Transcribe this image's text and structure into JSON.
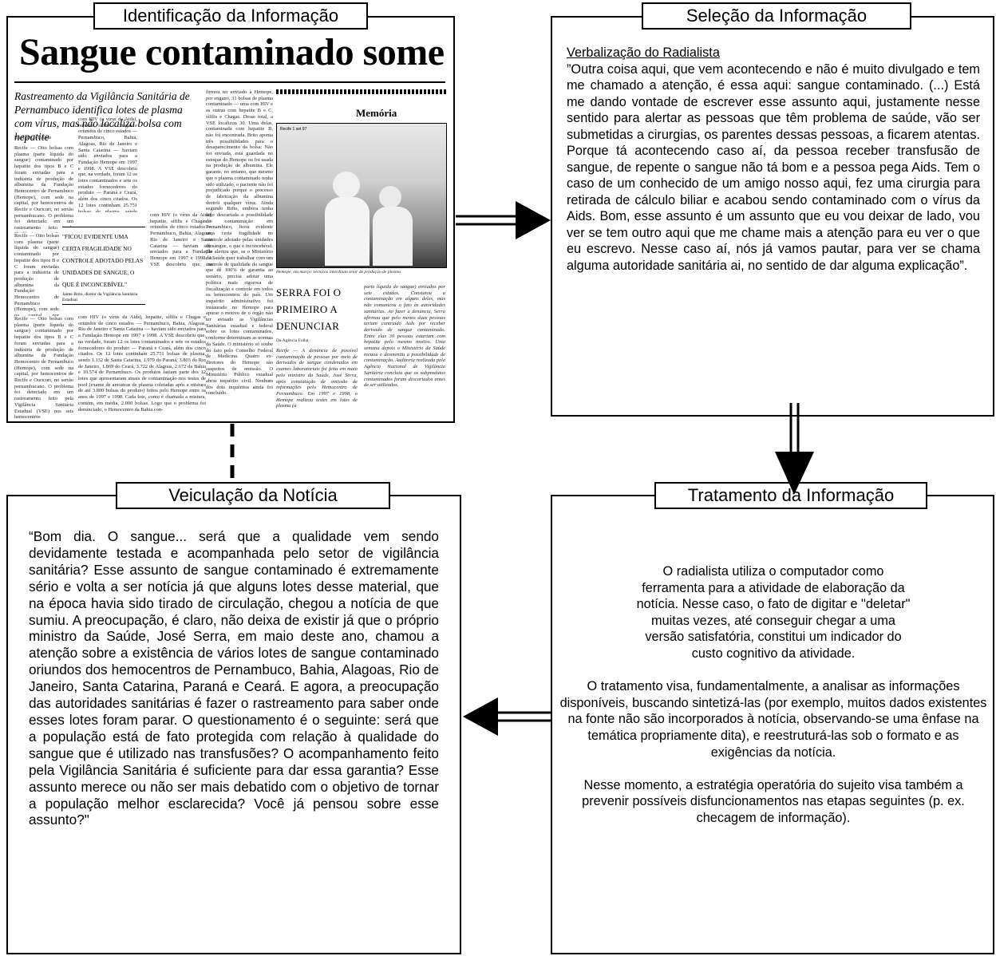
{
  "identificacao": {
    "title": "Identificação da Informação",
    "newspaper": {
      "headline": "Sangue contaminado some",
      "subhead": "Rastreamento da Vigilância Sanitária de Pernambuco identifica lotes de plasma com vírus, mas não localiza bolsa com hepatite",
      "byline": "Da Agência Estado",
      "body_col1": "Recife — Oito bolsas com plasma (parte líquida do sangue) contaminado por hepatite dos tipos B e C foram enviadas para a indústria de produção de albumina da Fundação Hemocentro de Pernambuco (Hemope), com sede na capital, por hemocentros de Recife e Ouricuri, no sertão pernambucano. O problema foi detectado em um rastreamento feito pela Vigilância Sanitária Estadual (VSE) nos seis hemocentros pernambucanos. O resultado foi divulgado ontem. Segundo o diretor da VSE, Jaime Brito, nenhum paciente foi contaminado porque as plaquetas e hemácias contaminadas (utilizadas para transfusão) foram destruídas nas unidades de origem, antes de serem usadas. A investigação foi determinada pelo Ministério da Saúde, depois da denúncia, em 13 de maio, de que nove lotes de plasma contaminado",
      "body_col2": "com HIV (o vírus da Aids), hepatite, sífilis e Chagas e oriundos de cinco estados — Pernambuco, Bahia, Alagoas, Rio de Janeiro e Santa Catarina — haviam sido enviados para a Fundação Hemope em 1997 e 1998. A VSE descobriu que, na verdade, foram 12 os lotes contaminados e sete os estados fornecedores do produto — Paraná e Ceará, além dos cinco citados. Os 12 lotes continham 25.751 bolsas de plasma, sendo 1.132 de Santa Catarina, 1.979 do Paraná, 3.803 do Rio de Janeiro, 1.869 do Ceará, 3.722 de Alagoas, 2.672 da Bahia e 10.574 de Pernambuco. Os produtos faziam parte dos 12 lotes que apresentaram sinais de contaminação nos testes de pool (exame de amostras de plasma coletadas após a mistura de até 3.800 bolsas do produto) feitos pelo Hemope entre os anos de 1997 e 1998. Cada lote, como é chamada a mistura, contém, em média, 2.000 bolsas. Logo que o problema foi denunciado, o Hemocentro da Bahia con-",
      "body_col3": "firmou ter enviado à Hemope, por engano, 31 bolsas de plasma contaminado — uma com HIV e as outras com hepatite B e C, sífilis e Chagas. Desse total, a VSE localizou 30. Uma delas, contaminada com hepatite B, não foi encontrada. Brito aponta três possibilidades para o desaparecimento da bolsa: Não foi enviada, está guardada no estoque do Hemope ou foi usada na produção de albumina. Ele garante, no entanto, que mesmo que o plasma contaminado tenha sido utilizado, o paciente não foi prejudicado porque o processo de fabricação da albumina destrói qualquer vírus. Ainda segundo Brito, embora tenha sido descartada a possibilidade de contaminação em Pernambuco, ficou evidente uma certa fragilidade no controle adotado pelas unidades de sangue, o que é inconcebível. Ele alertou que, se o Ministério da Saúde quer trabalhar com um controle de qualidade do sangue que dê 100% de garantia ao usuário, precisa adotar uma política mais rigorosa de fiscalização e controle em todos os hemocentros do país. Um inquérito administrativo foi instaurado no Hemope para apurar o motivo de o órgão não ter avisado as Vigilâncias Sanitárias estadual e federal sobre os lotes contaminados, conforme determinam as normas da Saúde. O ministério só soube do fato pelo Conselho Federal de Medicina. Quatro ex-diretores do Hemope são suspeitos de omissão. O Ministério Público estadual abriu inquérito civil. Nenhum dos dois inquéritos ainda foi concluído.",
      "quote": "\"Ficou evidente uma certa fragilidade no controle adotado pelas unidades de sangue, o que é inconcebível\"",
      "quote_author": "Jaime Brito, diretor da Vigilância Sanitária Estadual",
      "memoria_title": "Memória",
      "photo_stamp": "Recife 1 set 97",
      "photo_caption": "Hemope, em março: técnicos interditam setor de produção de plasma",
      "serra_headline": "Serra foi o primeiro a denunciar",
      "serra_byline": "Da Agência Folha",
      "serra_body1": "Recife — A denúncia de possível contaminação de pessoas por meio de derivados de sangue condenados em exames laboratoriais foi feita em maio pelo ministro da Saúde, José Serra, após constatação de omissão de informações pelo Hemocentro de Pernambuco. Em 1997 e 1998, o Hemope realizou testes em lotes de plasma (a",
      "serra_body2": "parte líquida do sangue) enviados por sete estados. Constatou a contaminação em alguns deles, mas não comunicou o fato às autoridades sanitárias. Ao fazer a denúncia, Serra afirmou que pelo menos duas pessoas teriam contraído Aids por receber derivado de sangue contaminado. Entre elas 30 pessoas estariam com hepatite pelo mesmo motivo. Uma semana depois o Ministério da Saúde recuou e desmentiu a possibilidade de contaminação. Auditoria realizada pela Agência Nacional de Vigilância Sanitária concluiu que os subprodutos contaminados foram descartados antes de ser utilizados."
    }
  },
  "selecao": {
    "title": "Seleção da Informação",
    "label": "Verbalização do Radialista",
    "text": "”Outra coisa aqui, que vem acontecendo e não é muito divulgado e tem me chamado a atenção, é essa aqui: sangue contaminado. (...) Está me dando vontade de escrever esse assunto aqui, justamente nesse sentido para alertar as pessoas que têm problema de saúde, vão ser submetidas a cirurgias, os parentes dessas pessoas, a ficarem atentas. Porque tá acontecendo caso aí, da pessoa receber transfusão de sangue, de repente o sangue não tá bom e a pessoa pega Aids. Tem o caso de um conhecido de um amigo nosso aqui, fez uma cirurgia para retirada de cálculo biliar e acabou sendo contaminado com o vírus da Aids. Bom, esse assunto é um assunto que eu vou deixar de lado, vou ver se tem outro aqui que me chame mais a atenção para eu ver o que eu escrevo. Nesse caso aí, nós já vamos pautar, para ver se chama alguma autoridade sanitária ai, no sentido de dar alguma explicação”."
  },
  "tratamento": {
    "title": "Tratamento da Informação",
    "para1": "O radialista utiliza o computador como ferramenta para a atividade de elaboração da notícia. Nesse caso, o fato de digitar e \"deletar\" muitas vezes, até conseguir chegar a uma versão satisfatória, constitui um indicador do custo cognitivo da atividade.",
    "para2": "O tratamento visa, fundamentalmente, a analisar as informações disponíveis, buscando sintetizá-las (por exemplo, muitos dados existentes na fonte não são incorporados à notícia, observando-se uma ênfase na temática propriamente dita), e reestruturá-las sob o formato e as exigências da notícia.",
    "para3": "Nesse momento, a estratégia operatória do sujeito visa também a prevenir possíveis disfuncionamentos nas etapas seguintes (p. ex. checagem de informação)."
  },
  "veiculacao": {
    "title": "Veiculação da Notícia",
    "text": "“Bom dia. O sangue... será que a qualidade vem sendo devidamente testada e acompanhada pelo setor de vigilância sanitária? Esse assunto de sangue contaminado é extremamente sério e volta a ser notícia já que alguns lotes desse material, que na época havia sido tirado de circulação, chegou a notícia de que sumiu. A preocupação, é claro, não deixa de existir já que o próprio ministro da Saúde, José Serra, em maio deste ano, chamou a atenção sobre a existência de vários lotes de sangue contaminado oriundos dos hemocentros de Pernambuco, Bahia, Alagoas, Rio de Janeiro, Santa Catarina, Paraná e Ceará. E agora, a preocupação das autoridades sanitárias é fazer o rastreamento para saber onde esses lotes foram parar. O questionamento é o seguinte: será que a população está de fato protegida com relação à qualidade do sangue que é utilizado nas transfusões? O acompanhamento feito pela Vigilância Sanitária é suficiente para dar essa garantia? Esse assunto merece ou não ser mais debatido com o objetivo de tornar a população melhor esclarecida? Você já pensou sobre esse assunto?\""
  }
}
